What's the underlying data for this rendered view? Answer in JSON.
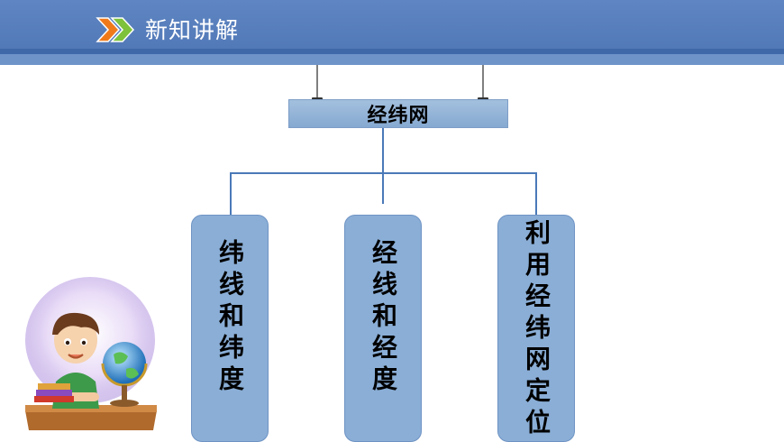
{
  "header": {
    "title": "新知讲解"
  },
  "diagram": {
    "root": "经纬网",
    "children": [
      {
        "label": "纬线和纬度"
      },
      {
        "label": "经线和经度"
      },
      {
        "label": "利用经纬网定位"
      }
    ]
  },
  "colors": {
    "header_blue": "#5a80bf",
    "box_blue": "#8aaed6",
    "connector": "#4a79b8",
    "chevron_orange": "#f07a1a",
    "chevron_green": "#7dc23a"
  },
  "icons": [
    "double-chevron-icon",
    "kid-with-globe-illustration"
  ]
}
